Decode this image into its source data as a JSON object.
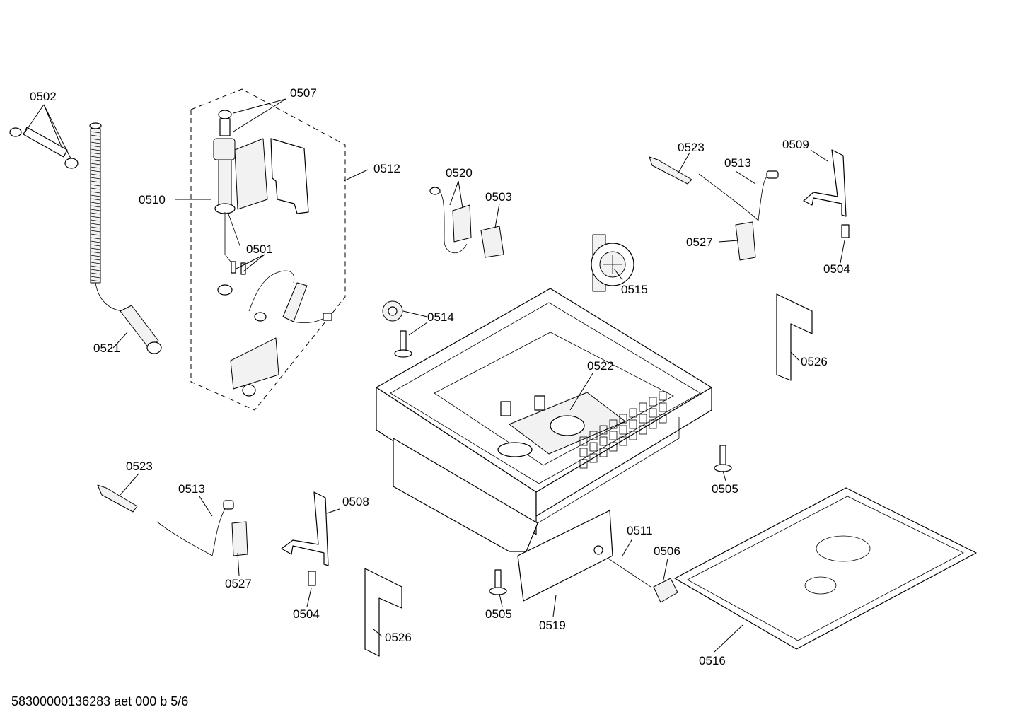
{
  "diagram": {
    "footer": "58300000136283 aet 000 b 5/6",
    "part_labels": [
      "0502",
      "0507",
      "0512",
      "0510",
      "0501",
      "0521",
      "0520",
      "0503",
      "0523",
      "0513",
      "0509",
      "0527",
      "0504",
      "0515",
      "0514",
      "0522",
      "0526",
      "0523",
      "0513",
      "0527",
      "0508",
      "0504",
      "0526",
      "0505",
      "0519",
      "0511",
      "0506",
      "0505",
      "0516"
    ]
  }
}
